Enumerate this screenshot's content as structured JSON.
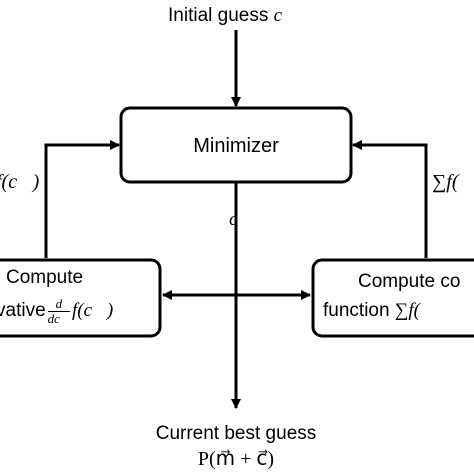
{
  "initial_guess": {
    "text": "Initial guess",
    "symbol": "c⃗"
  },
  "minimizer": {
    "label": "Minimizer"
  },
  "center_arrow": {
    "symbol": "c⃗"
  },
  "left_feedback": {
    "label": "f(c⃗)"
  },
  "right_feedback": {
    "label": "∑f("
  },
  "derivative_box": {
    "line1": "Compute",
    "line2_text": "vative",
    "frac_num": "d",
    "frac_den": "dc⃗",
    "line2_func": "f(c⃗)"
  },
  "cost_box": {
    "line1": "Compute co",
    "line2_text": "function",
    "line2_func": "∑f("
  },
  "output": {
    "line1": "Current best guess",
    "line2": "P(m⃗ + c⃗)"
  }
}
